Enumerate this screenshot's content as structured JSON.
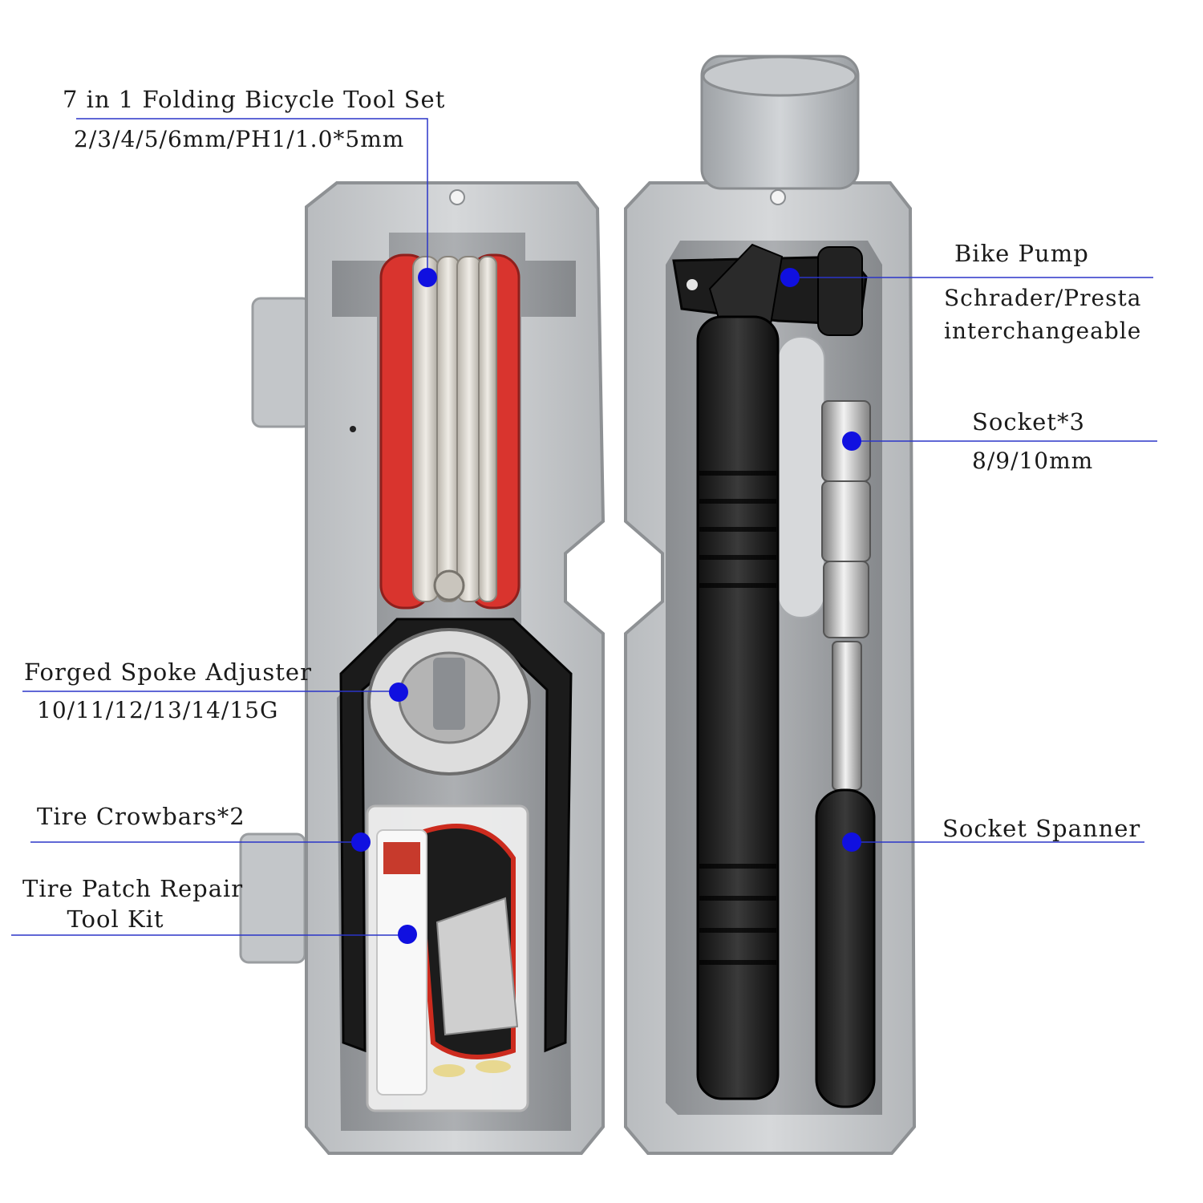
{
  "accent_color": "#1010e0",
  "line_color": "#2b35c8",
  "callouts": {
    "folding_tool": {
      "title": "7 in 1 Folding Bicycle Tool Set",
      "spec": "2/3/4/5/6mm/PH1/1.0*5mm"
    },
    "spoke_adjuster": {
      "title": "Forged Spoke Adjuster",
      "spec": "10/11/12/13/14/15G"
    },
    "tire_crowbars": {
      "title": "Tire Crowbars*2"
    },
    "patch_kit": {
      "title_line1": "Tire Patch Repair",
      "title_line2": "Tool Kit"
    },
    "bike_pump": {
      "title": "Bike Pump",
      "spec_line1": "Schrader/Presta",
      "spec_line2": "interchangeable"
    },
    "socket": {
      "title": "Socket*3",
      "spec": "8/9/10mm"
    },
    "socket_spanner": {
      "title": "Socket Spanner"
    }
  }
}
